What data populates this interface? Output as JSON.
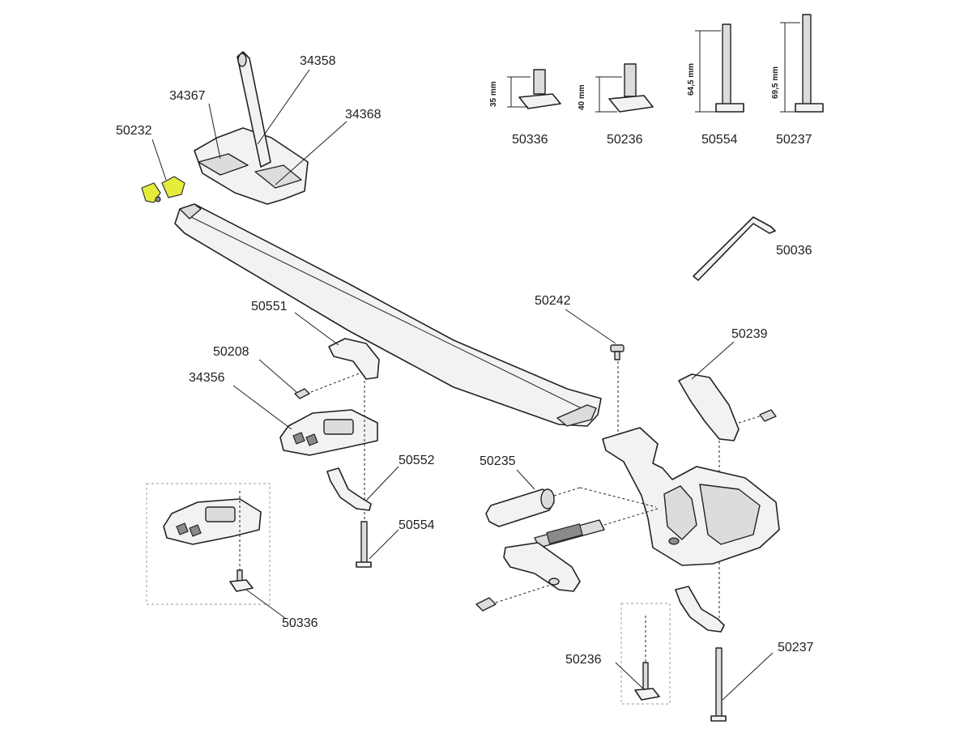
{
  "parts": {
    "p34358": "34358",
    "p34367": "34367",
    "p34368": "34368",
    "p50232": "50232",
    "p50336_top": "50336",
    "p50236_top": "50236",
    "p50554_top": "50554",
    "p50237_top": "50237",
    "p50036": "50036",
    "p50242": "50242",
    "p50551": "50551",
    "p50208": "50208",
    "p34356": "34356",
    "p50239": "50239",
    "p50235": "50235",
    "p50552": "50552",
    "p50554": "50554",
    "p50336": "50336",
    "p50236": "50236",
    "p50237": "50237"
  },
  "dimensions": {
    "d35": "35 mm",
    "d40": "40 mm",
    "d64": "64,5 mm",
    "d69": "69,5 mm"
  },
  "highlight_color": "#e6ec3c"
}
